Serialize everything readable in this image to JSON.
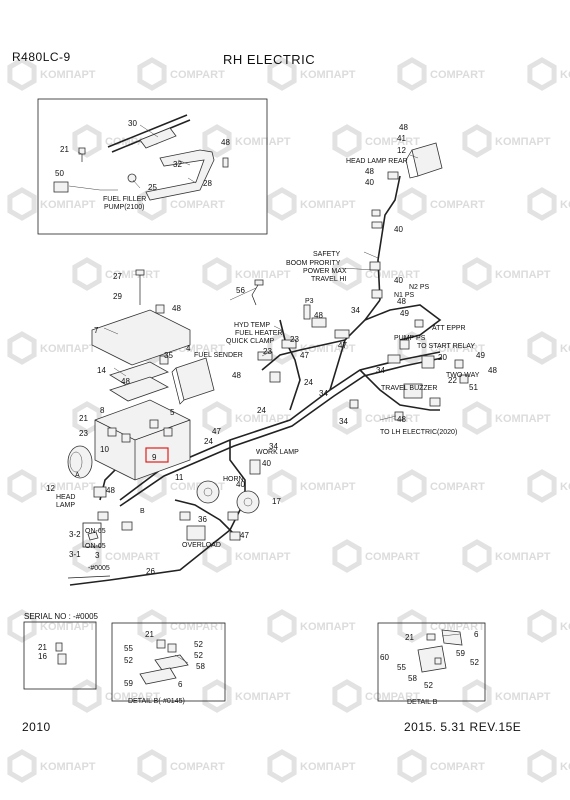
{
  "header": {
    "model": "R480LC-9",
    "title": "RH ELECTRIC"
  },
  "footer": {
    "year": "2010",
    "revision": "2015. 5.31  REV.15E"
  },
  "serial_note": "SERIAL NO : -#0005",
  "watermarks": [
    "KOMПАРТ",
    "COMPART"
  ],
  "labels": {
    "fuel_filler_pump": "FUEL FILLER",
    "fuel_filler_pump_2": "PUMP(2100)",
    "head_lamp_rear": "HEAD LAMP REAR",
    "safety": "SAFETY",
    "boom_priority": "BOOM PRORITY",
    "power_max": "POWER MAX",
    "travel_hi": "TRAVEL HI",
    "n2_ps": "N2 PS",
    "n1_ps": "N1 PS",
    "att_eppr": "ATT EPPR",
    "pump_ps": "PUMP PS",
    "to_start_relay": "TO START RELAY",
    "two_way": "TWO WAY",
    "travel_buzzer": "TRAVEL BUZZER",
    "to_lh_electric": "TO LH ELECTRIC(2020)",
    "hyd_temp": "HYD TEMP",
    "fuel_heater": "FUEL HEATER",
    "quick_clamp": "QUICK CLAMP",
    "fuel_sender": "FUEL SENDER",
    "p3": "P3",
    "work_lamp": "WORK LAMP",
    "horn": "HORN",
    "head_lamp": "HEAD",
    "head_lamp_2": "LAMP",
    "overload": "OVERLOAD",
    "on65_a": "ON-65",
    "on65_b": "ON-65",
    "serial_0005": "-#0005",
    "detail_b_0145": "DETAIL B(-#0145)",
    "detail_b": "DETAIL B",
    "a": "A",
    "b": "B"
  },
  "part_numbers": {
    "n30": "30",
    "n21a": "21",
    "n50": "50",
    "n25": "25",
    "n32": "32",
    "n48a": "48",
    "n28": "28",
    "n48b": "48",
    "n41": "41",
    "n12": "12",
    "n48c": "48",
    "n40a": "40",
    "n40b": "40",
    "n40c": "40",
    "n48d": "48",
    "n49a": "49",
    "n27": "27",
    "n29": "29",
    "n48e": "48",
    "n56": "56",
    "n7": "7",
    "n48f": "48",
    "n23a": "23",
    "n47a": "47",
    "n47b": "47",
    "n48g": "48",
    "n23b": "23",
    "n4": "4",
    "n35": "35",
    "n14": "14",
    "n48h": "48",
    "n24a": "24",
    "n34a": "34",
    "n20": "20",
    "n49b": "49",
    "n48i": "48",
    "n34b": "34",
    "n51": "51",
    "n48j": "48",
    "n8": "8",
    "n5": "5",
    "n21b": "21",
    "n23c": "23",
    "n10": "10",
    "n9": "9",
    "n47c": "47",
    "n24b": "24",
    "n24c": "24",
    "n34c": "34",
    "n34d": "34",
    "n11": "11",
    "n40d": "40",
    "n12b": "12",
    "n48k": "48",
    "n17": "17",
    "n36": "36",
    "n47d": "47",
    "n3": "3",
    "n3_2": "3-2",
    "n3_1": "3-1",
    "n26": "26",
    "n21c": "21",
    "n16": "16",
    "n21d": "21",
    "n52a": "52",
    "n55a": "55",
    "n52b": "52",
    "n52c": "52",
    "n58a": "58",
    "n59a": "59",
    "n6a": "6",
    "n21e": "21",
    "n6b": "6",
    "n60": "60",
    "n55b": "55",
    "n59b": "59",
    "n52d": "52",
    "n58b": "58",
    "n52e": "52",
    "n34e": "34",
    "n40e": "40",
    "n22": "22"
  }
}
